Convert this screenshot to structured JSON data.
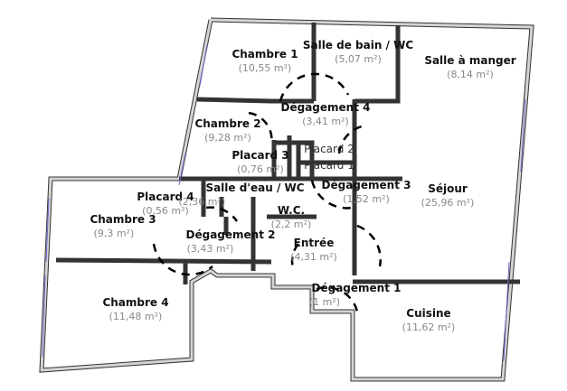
{
  "rooms": [
    {
      "name": "Chambre 1",
      "area": "(10,55 m²)"
    },
    {
      "name": "Salle de bain / WC",
      "area": "(5,07 m²)"
    },
    {
      "name": "Salle à manger",
      "area": "(8,14 m²)"
    },
    {
      "name": "Dégagement 4",
      "area": "(3,41 m²)"
    },
    {
      "name": "Chambre 2",
      "area": "(9,28 m²)"
    },
    {
      "name": "Placard 2",
      "area": ""
    },
    {
      "name": "Placard 3",
      "area": "(0,76 m²)"
    },
    {
      "name": "Placard 1",
      "area": ""
    },
    {
      "name": "Dégagement 3",
      "area": "(1,52 m²)"
    },
    {
      "name": "Séjour",
      "area": "(25,96 m²)"
    },
    {
      "name": "Placard 4",
      "area": "(0,56 m²)"
    },
    {
      "name": "Salle d'eau / WC",
      "area": "(2,36 m²)"
    },
    {
      "name": "W.C.",
      "area": "(2,2 m²)"
    },
    {
      "name": "Chambre 3",
      "area": "(9,3 m²)"
    },
    {
      "name": "Dégagement 2",
      "area": "(3,43 m²)"
    },
    {
      "name": "Entrée",
      "area": "(4,31 m²)"
    },
    {
      "name": "Dégagement 1",
      "area": "(1 m²)"
    },
    {
      "name": "Chambre 4",
      "area": "(11,48 m²)"
    },
    {
      "name": "Cuisine",
      "area": "(11,62 m²)"
    }
  ]
}
